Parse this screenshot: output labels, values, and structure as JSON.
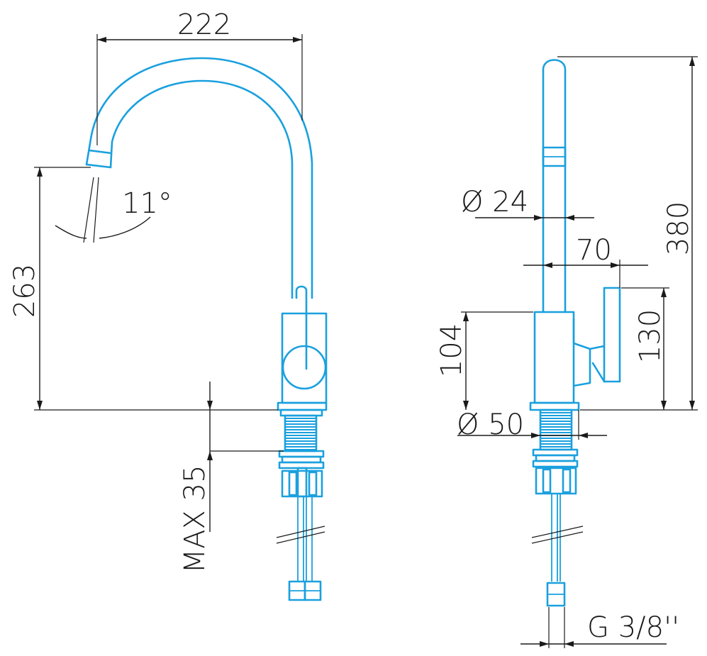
{
  "colors": {
    "outline": "#1aa0de",
    "dimension": "#1a1a1a",
    "background": "#ffffff"
  },
  "front_view": {
    "width_label": "222",
    "height_label": "263",
    "angle_label": "11°",
    "max_label": "MAX 35"
  },
  "side_view": {
    "total_height_label": "380",
    "spout_diameter_label": "Ø 24",
    "lever_offset_label": "70",
    "lever_height_label": "130",
    "body_height_label": "104",
    "base_diameter_label": "Ø 50",
    "thread_label": "G 3/8''"
  }
}
